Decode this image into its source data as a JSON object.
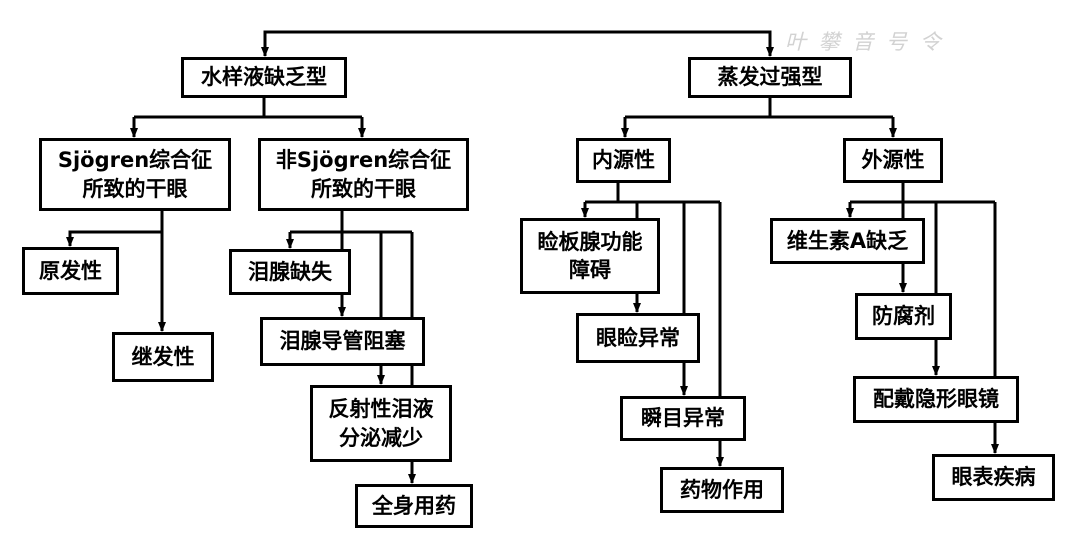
{
  "watermark": "叶 攀 音 号 令",
  "nodes": {
    "shuiyang": "水样液缺乏型",
    "zhengfa": "蒸发过强型",
    "sjogren": "Sjögren综合征\n所致的干眼",
    "fei_sjogren": "非Sjögren综合征\n所致的干眼",
    "neiyuan": "内源性",
    "waiyuan": "外源性",
    "yuanfa": "原发性",
    "jifa": "继发性",
    "leixian_queshi": "泪腺缺失",
    "leixian_daoguan": "泪腺导管阻塞",
    "fanshe": "反射性泪液\n分泌减少",
    "quanshen": "全身用药",
    "jianbanxian": "睑板腺功能\n障碍",
    "yanjian": "眼睑异常",
    "shunmu": "瞬目异常",
    "yaowu": "药物作用",
    "weishengsu": "维生素A缺乏",
    "fangfu": "防腐剂",
    "peidai": "配戴隐形眼镜",
    "yanbiao": "眼表疾病"
  }
}
